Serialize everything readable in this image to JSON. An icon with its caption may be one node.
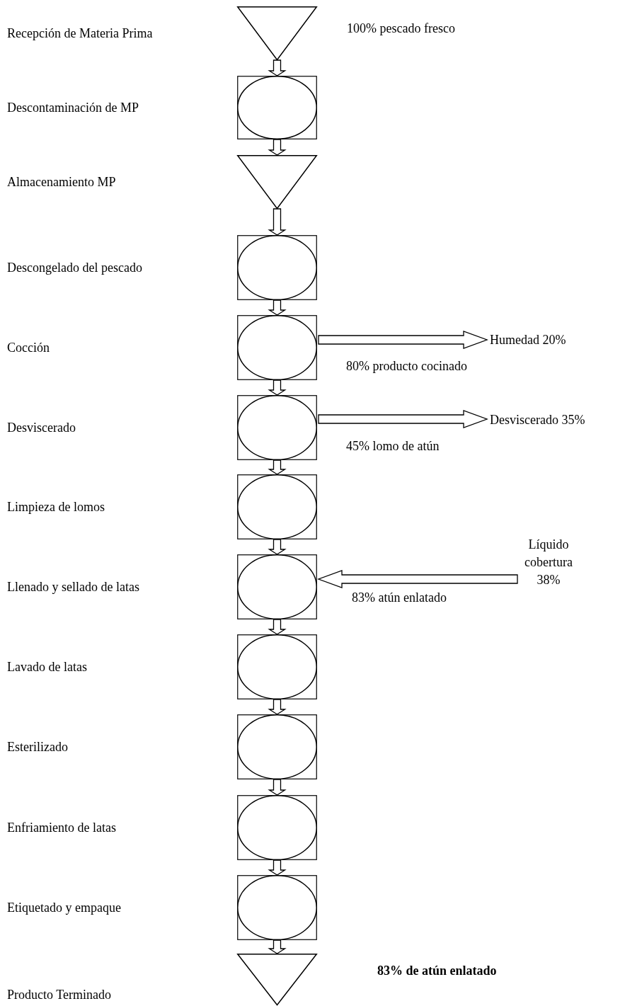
{
  "diagram": {
    "nodes": [
      {
        "text": [],
        "shape": "triangle"
      },
      {
        "text": [],
        "shape": "box"
      },
      {
        "text": [],
        "shape": "triangle"
      },
      {
        "text": [],
        "shape": "box"
      },
      {
        "text": [],
        "shape": "box"
      },
      {
        "text": [],
        "shape": "box"
      },
      {
        "text": [],
        "shape": "box"
      },
      {
        "text": [],
        "shape": "box"
      },
      {
        "text": [],
        "shape": "box"
      },
      {
        "text": [],
        "shape": "box"
      },
      {
        "text": [],
        "shape": "box"
      },
      {
        "text": [],
        "shape": "box"
      },
      {
        "text": [],
        "shape": "triangle"
      },
      {
        "text": [
          "Humedad 20%"
        ]
      },
      {
        "text": [
          "Desviscerado 35%"
        ]
      },
      {
        "text": [
          "Líquido cobertura 38%"
        ]
      }
    ],
    "edges": [
      {
        "from": 0,
        "to": 1,
        "arrow": "to"
      },
      {
        "from": 1,
        "to": 2,
        "arrow": "to"
      },
      {
        "from": 2,
        "to": 3,
        "arrow": "to"
      },
      {
        "from": 3,
        "to": 4,
        "arrow": "to"
      },
      {
        "from": 4,
        "to": 5,
        "arrow": "to"
      },
      {
        "from": 5,
        "to": 6,
        "arrow": "to"
      },
      {
        "from": 6,
        "to": 7,
        "arrow": "to"
      },
      {
        "from": 7,
        "to": 8,
        "arrow": "to"
      },
      {
        "from": 8,
        "to": 9,
        "arrow": "to"
      },
      {
        "from": 9,
        "to": 10,
        "arrow": "to"
      },
      {
        "from": 10,
        "to": 11,
        "arrow": "to"
      },
      {
        "from": 11,
        "to": 12,
        "arrow": "to"
      },
      {
        "from": 4,
        "to": 13,
        "arrow": "to"
      },
      {
        "from": 5,
        "to": 14,
        "arrow": "to"
      },
      {
        "from": 15,
        "to": 7,
        "arrow": "to"
      }
    ],
    "labels": [
      "Recepción de Materia Prima",
      "100% pescado fresco",
      "Descontaminación de MP",
      "Almacenamiento MP",
      "Descongelado del pescado",
      "Cocción",
      "80% producto cocinado",
      "Desviscerado",
      "45% lomo de atún",
      "Limpieza de lomos",
      "Llenado y sellado de latas",
      "83% atún enlatado",
      "Lavado de latas",
      "Esterilizado",
      "Enfriamiento de latas",
      "Etiquetado y empaque",
      "83% de atún enlatado",
      "Producto Terminado"
    ]
  }
}
